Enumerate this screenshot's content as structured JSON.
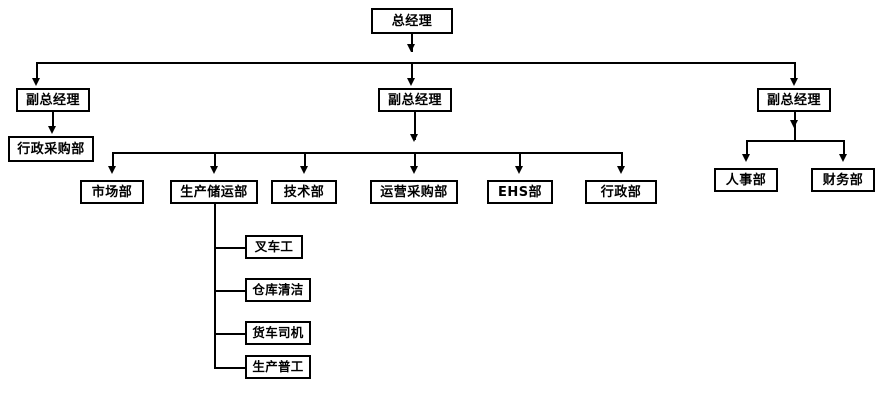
{
  "diagram": {
    "title_node": {
      "label": "总经理"
    },
    "level2": [
      {
        "label": "副总经理"
      },
      {
        "label": "副总经理"
      },
      {
        "label": "副总经理"
      }
    ],
    "left_branch": {
      "child": {
        "label": "行政采购部"
      }
    },
    "center_branch": {
      "departments": [
        {
          "label": "市场部"
        },
        {
          "label": "生产储运部"
        },
        {
          "label": "技术部"
        },
        {
          "label": "运营采购部"
        },
        {
          "label": "EHS部"
        },
        {
          "label": "行政部"
        }
      ]
    },
    "right_branch": {
      "departments": [
        {
          "label": "人事部"
        },
        {
          "label": "财务部"
        }
      ]
    },
    "production_roles": [
      {
        "label": "叉车工"
      },
      {
        "label": "仓库清洁"
      },
      {
        "label": "货车司机"
      },
      {
        "label": "生产普工"
      }
    ],
    "colors": {
      "stroke": "#000000",
      "fill": "#ffffff",
      "text": "#000000"
    }
  }
}
